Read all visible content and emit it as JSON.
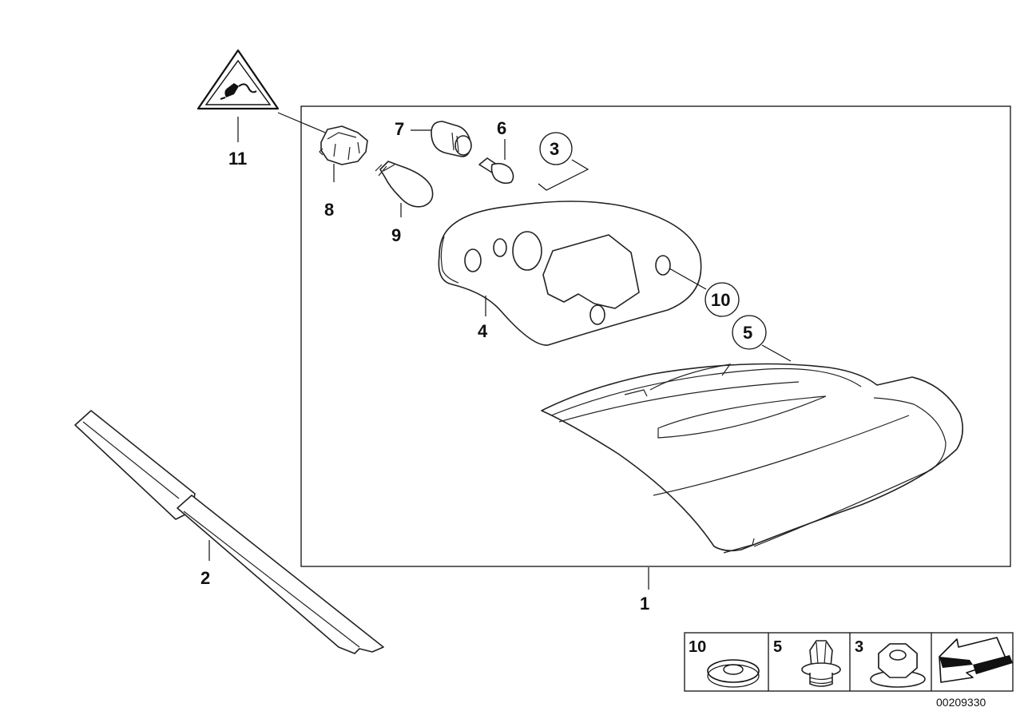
{
  "diagram": {
    "callouts": {
      "c1": "1",
      "c2": "2",
      "c3": "3",
      "c4": "4",
      "c5": "5",
      "c6": "6",
      "c7": "7",
      "c8": "8",
      "c9": "9",
      "c10": "10",
      "c11": "11"
    },
    "legend": {
      "cells": [
        {
          "label": "10",
          "icon": "washer-icon"
        },
        {
          "label": "5",
          "icon": "expanding-rivet-icon"
        },
        {
          "label": "3",
          "icon": "hex-nut-icon"
        },
        {
          "label": "",
          "icon": "direction-arrow-icon"
        }
      ]
    },
    "diagram_code": "00209330",
    "warning_icon": "electrical-connector-warning-icon"
  }
}
